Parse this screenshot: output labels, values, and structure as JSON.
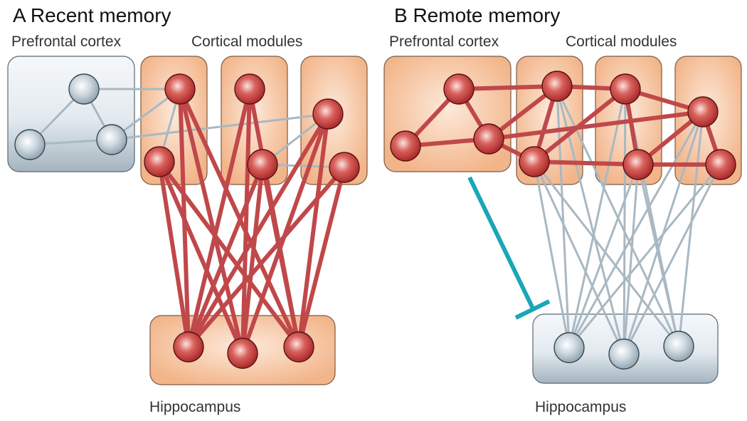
{
  "colors": {
    "strong_link": "#c0484a",
    "weak_link": "#a9b8c2",
    "inhibition": "#1aa6b7",
    "orange_box_center": "#fde7d6",
    "orange_box_edge": "#f3b98f",
    "grey_box_center": "#f4f7f9",
    "grey_box_edge": "#aab9c3",
    "red_node": "#c84040",
    "grey_node": "#b6c6d0"
  },
  "panels": [
    {
      "title": "A  Recent memory",
      "prefrontal_label": "Prefrontal cortex",
      "modules_label": "Cortical modules",
      "hippocampus_label": "Hippocampus"
    },
    {
      "title": "B  Remote memory",
      "prefrontal_label": "Prefrontal cortex",
      "modules_label": "Cortical modules",
      "hippocampus_label": "Hippocampus"
    }
  ]
}
